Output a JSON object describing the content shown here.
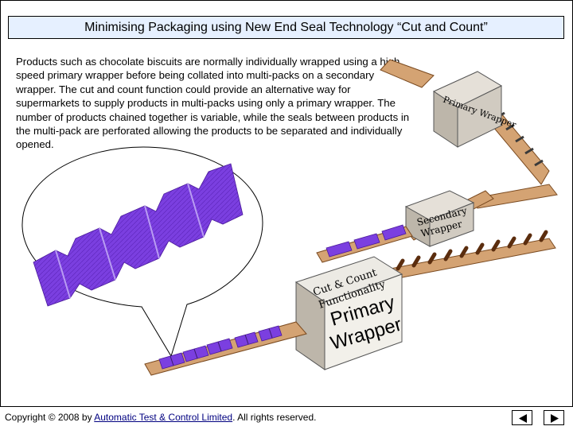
{
  "title": "Minimising Packaging using New End Seal Technology “Cut and Count”",
  "description": "Products such as chocolate biscuits are normally individually wrapped using a high speed primary wrapper before being collated into multi-packs on a secondary wrapper. The cut and count function could provide an alternative way for supermarkets to supply products in multi-packs using only a primary wrapper. The number of products chained together is variable, while the seals between products in the multi-pack are perforated allowing the products to be separated and individually opened.",
  "illustration": {
    "machine_top_small": "Primary Wrapper",
    "machine_secondary_line1": "Secondary",
    "machine_secondary_line2": "Wrapper",
    "machine_main_top_line1": "Cut & Count",
    "machine_main_top_line2": "Functionality",
    "machine_main_front_line1": "Primary",
    "machine_main_front_line2": "Wrapper",
    "product_color": "#7b3fe0",
    "accent_color": "#e6f0ff"
  },
  "footer": {
    "copyright_prefix": "Copyright © 2008 by ",
    "company_link": "Automatic Test & Control Limited",
    "copyright_suffix": ". All rights reserved.",
    "prev_icon": "triangle-left",
    "next_icon": "triangle-right"
  }
}
